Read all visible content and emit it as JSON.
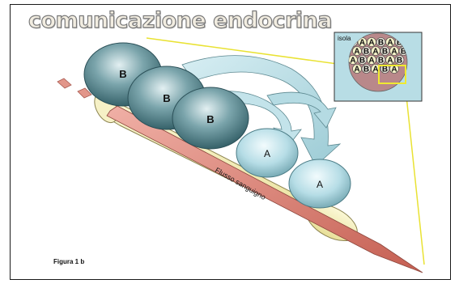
{
  "title": "comunicazione endocrina",
  "figure_label": "Figura 1 b",
  "stream_label": "Flusso sanguigno",
  "inset": {
    "title": "isola",
    "cell_letters": [
      "B",
      "A",
      "A",
      "B",
      "A",
      "B",
      "A",
      "B",
      "A",
      "B",
      "A",
      "B",
      "A",
      "B",
      "A",
      "B",
      "A",
      "B",
      "A",
      "B",
      "A",
      "B",
      "A"
    ]
  },
  "cells": [
    {
      "label": "B",
      "type": "B"
    },
    {
      "label": "B",
      "type": "B"
    },
    {
      "label": "B",
      "type": "B"
    },
    {
      "label": "A",
      "type": "A"
    },
    {
      "label": "A",
      "type": "A"
    }
  ],
  "colors": {
    "b_cell": "#4f8088",
    "a_cell": "#a9d4dd",
    "vessel": "#f3edb6",
    "arrow": "#d9857a",
    "inset_bg": "#b8dde5",
    "zoom_lines": "#f0ea30"
  }
}
